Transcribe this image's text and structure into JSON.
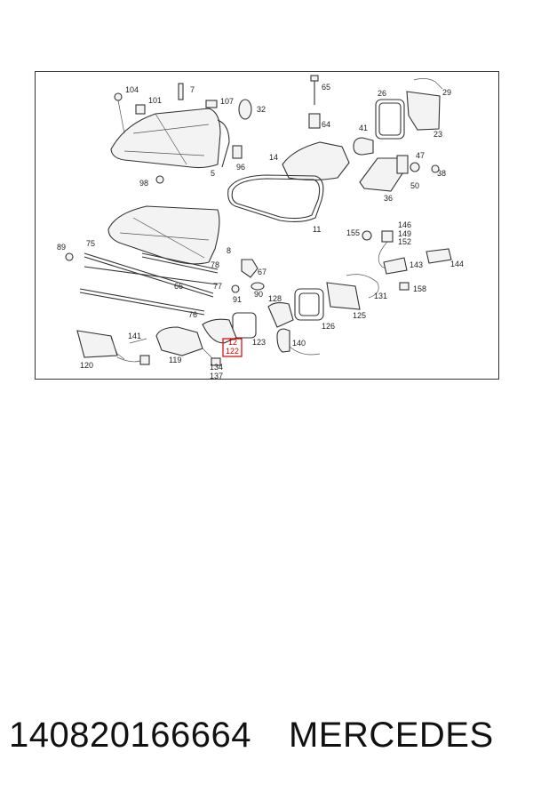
{
  "caption": {
    "part_number": "140820166664",
    "brand": "MERCEDES"
  },
  "highlight": {
    "color": "#d40000",
    "labels": [
      "12",
      "122"
    ]
  },
  "labels": [
    "104",
    "101",
    "7",
    "107",
    "32",
    "65",
    "26",
    "29",
    "64",
    "23",
    "41",
    "14",
    "96",
    "47",
    "5",
    "98",
    "50",
    "38",
    "36",
    "11",
    "146",
    "149",
    "152",
    "155",
    "89",
    "75",
    "8",
    "143",
    "144",
    "78",
    "67",
    "131",
    "158",
    "66",
    "77",
    "91",
    "90",
    "128",
    "126",
    "125",
    "76",
    "141",
    "123",
    "140",
    "120",
    "119",
    "134",
    "137"
  ]
}
